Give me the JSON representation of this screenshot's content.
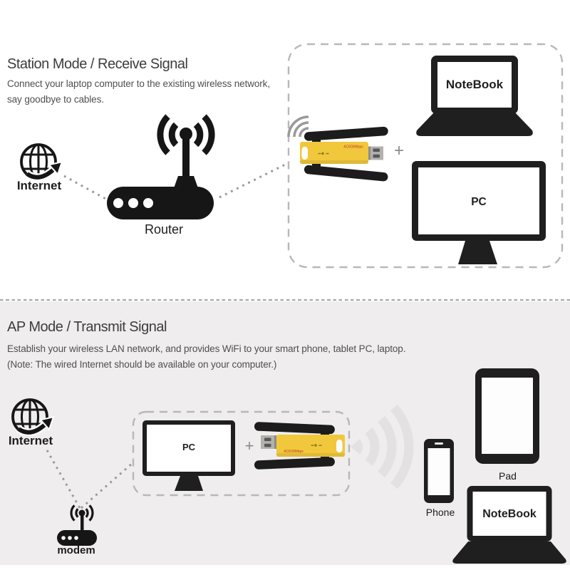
{
  "station": {
    "title": "Station Mode / Receive Signal",
    "desc1": "Connect your laptop computer to the existing wireless network,",
    "desc2": "say goodbye to cables.",
    "internet": "Internet",
    "router": "Router",
    "plus": "+",
    "adapter_text": "AC600Mbps",
    "notebook": "NoteBook",
    "pc": "PC"
  },
  "ap": {
    "title": "AP Mode / Transmit Signal",
    "desc1": "Establish your wireless LAN network, and provides WiFi to your smart phone, tablet PC, laptop.",
    "desc2": "(Note: The wired Internet should be available on your computer.)",
    "internet": "Internet",
    "modem": "modem",
    "pc": "PC",
    "plus": "+",
    "adapter_text": "AC600Mbps",
    "phone": "Phone",
    "pad": "Pad",
    "notebook": "NoteBook"
  },
  "colors": {
    "adapter_body": "#f1c83c",
    "adapter_label": "#c03a2b",
    "device_black": "#1f1f1f",
    "section_bg": "#efeded",
    "dashed_border": "#b8b8b8",
    "dotted_line": "#999999",
    "wave_gray": "#e3e1e1"
  }
}
